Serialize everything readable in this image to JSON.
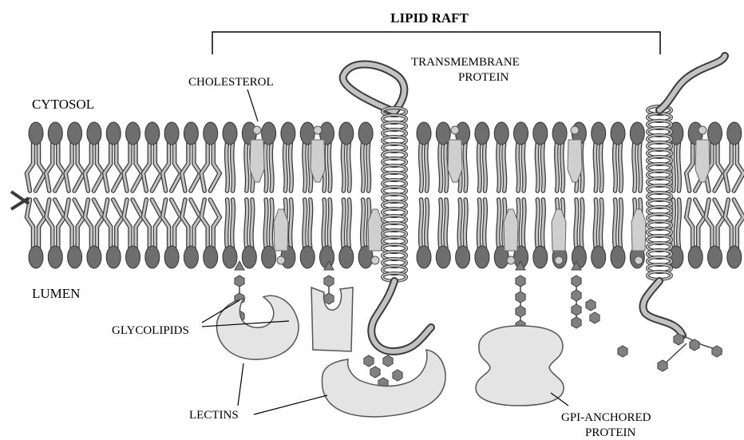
{
  "labels": {
    "lipid_raft": "LIPID RAFT",
    "transmembrane_protein_line1": "TRANSMEMBRANE",
    "transmembrane_protein_line2": "PROTEIN",
    "cholesterol": "CHOLESTEROL",
    "cytosol": "CYTOSOL",
    "lumen": "LUMEN",
    "glycolipids": "GLYCOLIPIDS",
    "lectins": "LECTINS",
    "gpi_line1": "GPI-ANCHORED",
    "gpi_line2": "PROTEIN"
  },
  "colors": {
    "head": "#6e6e6e",
    "tail": "#c2c2c2",
    "cholesterol": "#cfcfcf",
    "lectin": "#e4e4e4",
    "sugar": "#808080",
    "outline": "#3a3a3a"
  }
}
